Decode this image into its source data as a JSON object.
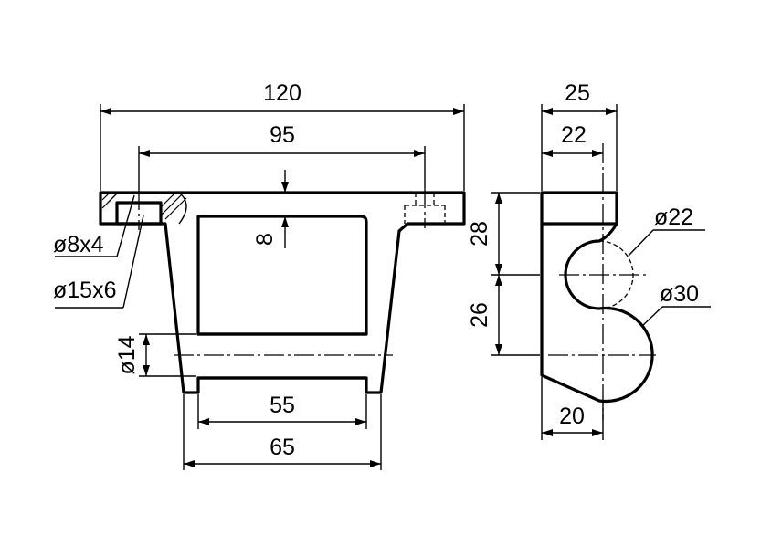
{
  "dimensions": {
    "front_overall_width": "120",
    "front_hole_spacing": "95",
    "flange_thickness": "8",
    "hole_small": "ø8x4",
    "hole_counterbore": "ø15x6",
    "bore": "ø14",
    "inner_width": "55",
    "outer_width": "65",
    "side_overall_width": "25",
    "side_top_width": "22",
    "side_upper_height": "28",
    "side_lower_height": "26",
    "side_small_arc": "ø22",
    "side_large_arc": "ø30",
    "side_bottom_width": "20"
  }
}
